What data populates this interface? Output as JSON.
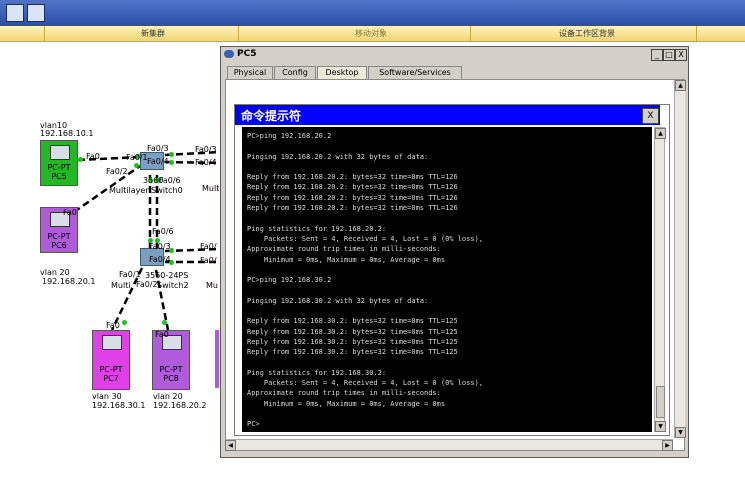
{
  "infobar": {
    "left": "新集群",
    "middle": "移动对象",
    "right": "设备工作区背景"
  },
  "topology": {
    "pc5": {
      "name": "PC-PT\nPC5",
      "vlan": "vlan10",
      "ip": "192.168.10.1",
      "port": "Fa0"
    },
    "pc6": {
      "name": "PC-PT\nPC6",
      "vlan": "vlan 20",
      "ip": "192.168.20.1",
      "port": "Fa0"
    },
    "pc7": {
      "name": "PC-PT\nPC7",
      "vlan": "vlan 30",
      "ip": "192.168.30.1",
      "port": "Fa0"
    },
    "pc8": {
      "name": "PC-PT\nPC8",
      "vlan": "vlan 20",
      "ip": "192.168.20.2",
      "port": "Fa0"
    },
    "switch0": {
      "name": "Multilayer Switch0",
      "model": "3560",
      "ports": [
        "Fa0/1",
        "Fa0/2",
        "Fa0/3",
        "Fa0/4",
        "Fa0/6"
      ]
    },
    "switch2": {
      "name": "Multi",
      "name2": "Switch2",
      "model": "3560-24PS",
      "ports": [
        "Fa0/1",
        "Fa0/2",
        "Fa0/3",
        "Fa0/4",
        "Fa0/6"
      ]
    },
    "right_ports": [
      "Fa0/3",
      "Fa0/4",
      "Fa0/",
      "Fa0/"
    ],
    "right_labels": [
      "Mult",
      "Mu"
    ],
    "pc6_port_fa02": "Fa0/2"
  },
  "window": {
    "title": "PC5",
    "buttons": {
      "minimize": "_",
      "maximize": "□",
      "close": "X"
    },
    "tabs": [
      "Physical",
      "Config",
      "Desktop",
      "Software/Services"
    ],
    "active_tab": "Desktop"
  },
  "cmd": {
    "title": "命令提示符",
    "close": "X",
    "lines": [
      "PC>ping 192.168.20.2",
      "",
      "Pinging 192.168.20.2 with 32 bytes of data:",
      "",
      "Reply from 192.168.20.2: bytes=32 time=0ms TTL=126",
      "Reply from 192.168.20.2: bytes=32 time=0ms TTL=126",
      "Reply from 192.168.20.2: bytes=32 time=0ms TTL=126",
      "Reply from 192.168.20.2: bytes=32 time=0ms TTL=126",
      "",
      "Ping statistics for 192.168.20.2:",
      "    Packets: Sent = 4, Received = 4, Lost = 0 (0% loss),",
      "Approximate round trip times in milli-seconds:",
      "    Minimum = 0ms, Maximum = 0ms, Average = 0ms",
      "",
      "PC>ping 192.168.30.2",
      "",
      "Pinging 192.168.30.2 with 32 bytes of data:",
      "",
      "Reply from 192.168.30.2: bytes=32 time=0ms TTL=125",
      "Reply from 192.168.30.2: bytes=32 time=0ms TTL=125",
      "Reply from 192.168.30.2: bytes=32 time=0ms TTL=125",
      "Reply from 192.168.30.2: bytes=32 time=0ms TTL=125",
      "",
      "Ping statistics for 192.168.30.2:",
      "    Packets: Sent = 4, Received = 4, Lost = 0 (0% loss),",
      "Approximate round trip times in milli-seconds:",
      "    Minimum = 0ms, Maximum = 0ms, Average = 0ms",
      "",
      "PC>"
    ]
  },
  "colors": {
    "cmd_title": "#0000ff",
    "pc5": "#22b822",
    "pc_purple": "#b05adc",
    "pc_magenta": "#e040e8",
    "link_up": "#19c419"
  }
}
